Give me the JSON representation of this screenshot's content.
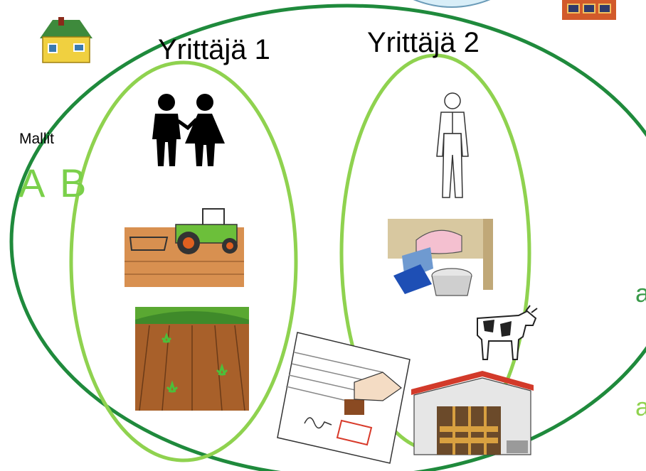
{
  "entrepreneurs": [
    {
      "label": "Yrittäjä 1"
    },
    {
      "label": "Yrittäjä 2"
    }
  ],
  "models": {
    "label": "Mallit",
    "options": [
      "A",
      "B"
    ]
  },
  "edge_fragments": [
    "a",
    "a"
  ],
  "colors": {
    "outer_ellipse": "#1f8a3c",
    "inner_ellipse": "#8fd24f",
    "model_letters": "#7ad04a",
    "text": "#000000"
  },
  "icons": {
    "entrepreneur_1": [
      "couple-icon",
      "tractor-plowing-icon",
      "crop-field-icon"
    ],
    "entrepreneur_2": [
      "farmer-man-icon",
      "milking-cow-icon",
      "cow-icon",
      "barn-icon"
    ],
    "shared": [
      "contract-stamp-icon"
    ],
    "corners": [
      "house-icon",
      "brick-building-icon",
      "sky-decoration"
    ]
  }
}
